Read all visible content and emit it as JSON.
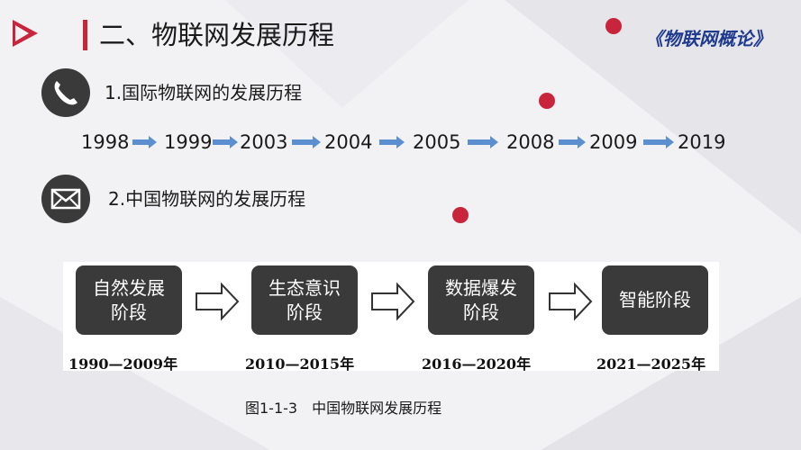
{
  "slide": {
    "title": "二、物联网发展历程",
    "book_title": "《物联网概论》",
    "accent_color": "#c8243b"
  },
  "sections": [
    {
      "heading": "1.国际物联网的发展历程",
      "icon": "phone-icon"
    },
    {
      "heading": "2.中国物联网的发展历程",
      "icon": "mail-icon"
    }
  ],
  "timeline": {
    "years": [
      "1998",
      "1999",
      "2003",
      "2004",
      "2005",
      "2008",
      "2009",
      "2019"
    ],
    "arrow_color": "#5b8fd0"
  },
  "figure": {
    "stages": [
      {
        "label": "自然发展阶段",
        "years": "1990—2009年"
      },
      {
        "label": "生态意识阶段",
        "years": "2010—2015年"
      },
      {
        "label": "数据爆发阶段",
        "years": "2016—2020年"
      },
      {
        "label": "智能阶段",
        "years": "2021—2025年"
      }
    ],
    "caption": "图1-1-3　中国物联网发展历程"
  }
}
